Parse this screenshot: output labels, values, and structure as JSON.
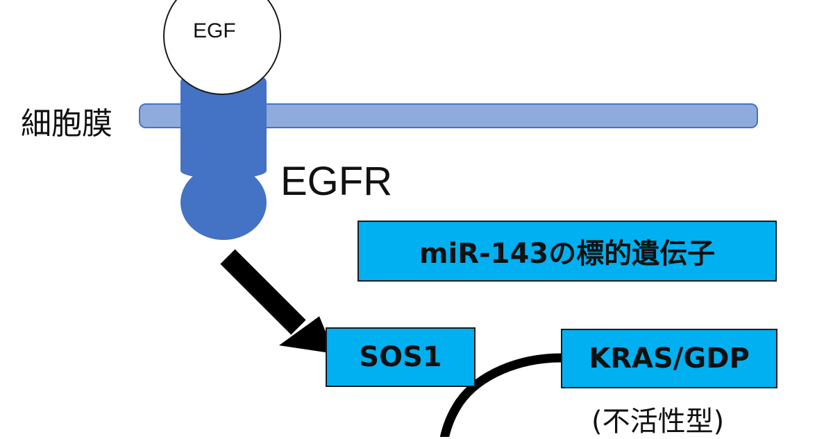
{
  "labels": {
    "egf": "EGF",
    "membrane": "細胞膜",
    "egfr": "EGFR",
    "inactive": "(不活性型)"
  },
  "boxes": {
    "mir143_targets": "miR-143の標的遺伝子",
    "sos1": "SOS1",
    "kras_gdp": "KRAS/GDP"
  },
  "colors": {
    "membrane_fill": "#8faadc",
    "membrane_stroke": "#4472c4",
    "receptor": "#4472c4",
    "box_fill": "#00b0f0",
    "arrow": "#000000",
    "egf_fill": "#ffffff"
  }
}
